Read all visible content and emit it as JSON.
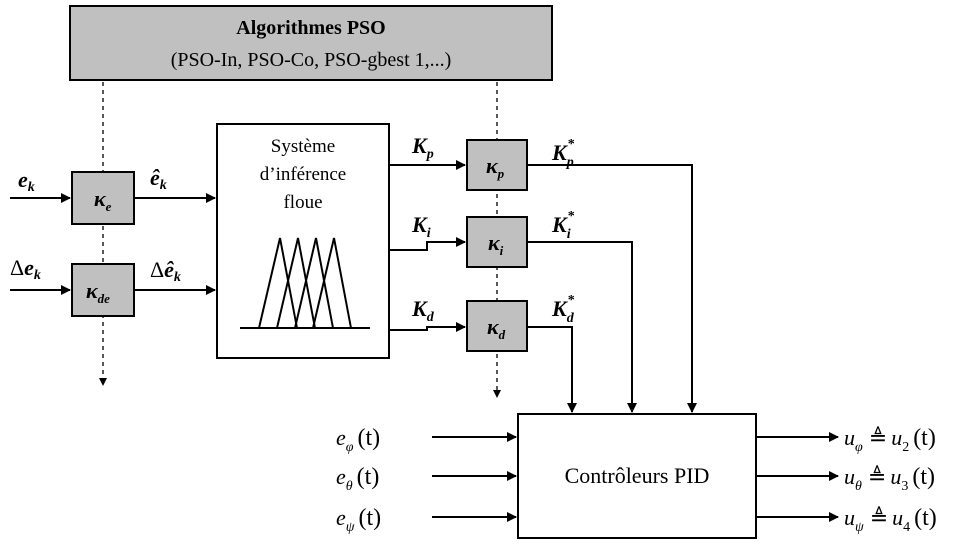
{
  "pso_box": {
    "title": "Algorithmes PSO",
    "subtitle": "(PSO-In, PSO-Co, PSO-gbest 1,...)"
  },
  "fis_box": {
    "line1": "Système",
    "line2": "d’inférence",
    "line3": "floue"
  },
  "pid_box": {
    "label": "Contrôleurs PID"
  },
  "gain_blocks": {
    "ke": "e",
    "kde": "de",
    "kp": "p",
    "ki": "i",
    "kd": "d",
    "kappa": "κ"
  },
  "signals": {
    "e_sym": "e",
    "e_sub": "k",
    "de_delta": "Δ",
    "de_sym": "e",
    "de_sub": "k",
    "ehat_sym": "ê",
    "ehat_sub": "k",
    "dehat_delta": "Δ",
    "dehat_sym": "ê",
    "dehat_sub": "k",
    "K": "K",
    "kp_sub": "p",
    "ki_sub": "i",
    "kd_sub": "d",
    "star": "*"
  },
  "inputs": [
    {
      "sym": "e",
      "sub": "φ",
      "arg": "(t)"
    },
    {
      "sym": "e",
      "sub": "θ",
      "arg": "(t)"
    },
    {
      "sym": "e",
      "sub": "ψ",
      "arg": "(t)"
    }
  ],
  "outputs": [
    {
      "sym": "u",
      "sub": "φ",
      "eq": "≜",
      "u": "u",
      "idx": "2",
      "arg": "(t)"
    },
    {
      "sym": "u",
      "sub": "θ",
      "eq": "≜",
      "u": "u",
      "idx": "3",
      "arg": "(t)"
    },
    {
      "sym": "u",
      "sub": "ψ",
      "eq": "≜",
      "u": "u",
      "idx": "4",
      "arg": "(t)"
    }
  ]
}
